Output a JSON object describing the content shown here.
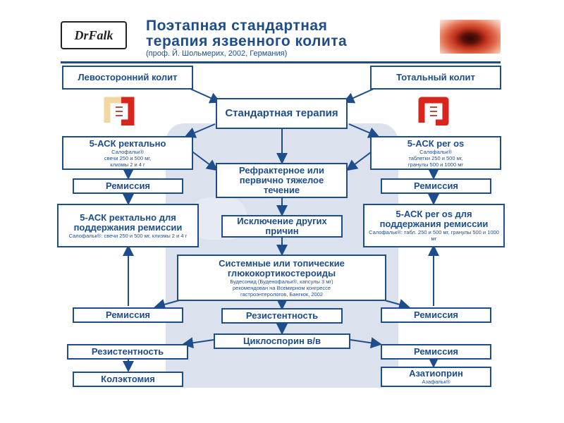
{
  "header": {
    "logo": "DrFalk",
    "title_line1": "Поэтапная стандартная",
    "title_line2": "терапия язвенного колита",
    "subtitle": "(проф. Й. Шольмерих, 2002, Германия)"
  },
  "boxes": {
    "left_colitis": "Левосторонний колит",
    "total_colitis": "Тотальный колит",
    "standard_therapy": "Стандартная терапия",
    "asa_rectal": {
      "title": "5-АСК ректально",
      "sub1": "Салофальк®",
      "sub2": "свечи 250 и 500 мг,",
      "sub3": "клизмы 2 и 4 г"
    },
    "asa_per_os": {
      "title": "5-АСК per os",
      "sub1": "Салофальк®",
      "sub2": "таблетки 250 и 500 мг,",
      "sub3": "гранулы 500 и 1000 мг"
    },
    "refractory": "Рефрактерное или первично тяжелое течение",
    "remission_left1": "Ремиссия",
    "remission_right1": "Ремиссия",
    "exclusion": "Исключение других причин",
    "asa_rectal_maint": {
      "title": "5-АСК ректально для поддержания ремиссии",
      "sub": "Салофальк®: свечи 250 и 500 мг, клизмы 2 и 4 г"
    },
    "asa_per_os_maint": {
      "title": "5-АСК per os для поддержания ремиссии",
      "sub": "Салофальк®: табл. 250 и 500 мг, гранулы 500 и 1000 мг"
    },
    "steroids": {
      "title": "Системные или топические глюкокортикостероиды",
      "sub1": "Будесонид (Буденофальк®, капсулы 3 мг)",
      "sub2": "рекомендован на Всемирном конгрессе",
      "sub3": "гастроэнтерологов, Бангкок, 2002"
    },
    "remission_left2": "Ремиссия",
    "resistance_center": "Резистентность",
    "remission_right2": "Ремиссия",
    "cyclosporine": "Циклоспорин в/в",
    "resistance_left": "Резистентность",
    "remission_right3": "Ремиссия",
    "colectomy": "Колэктомия",
    "azathioprine": {
      "title": "Азатиоприн",
      "sub": "Азафальк®"
    }
  },
  "colors": {
    "primary": "#1e4d8c",
    "accent": "#d9261c",
    "background_shape": "#dbe2ee"
  }
}
